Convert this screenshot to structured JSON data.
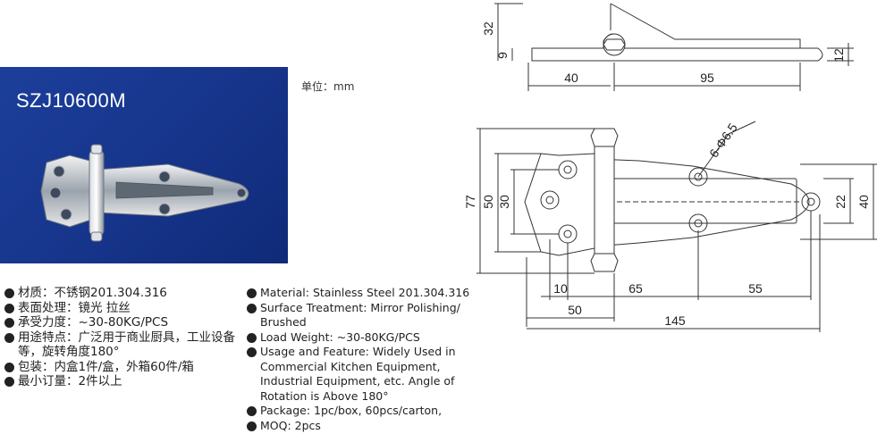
{
  "model": "SZJ10600M",
  "unit_label": "单位：mm",
  "specs_cn": [
    "材质：不锈钢201.304.316",
    "表面处理：镜光 拉丝",
    "承受力度：~30-80KG/PCS",
    "用途特点：广泛用于商业厨具，工业设备等，旋转角度180°",
    "包装：内盒1件/盒，外箱60件/箱",
    "最小订量：2件以上"
  ],
  "specs_en": [
    "Material: Stainless Steel 201.304.316",
    "Surface Treatment: Mirror Polishing/ Brushed",
    "Load Weight: ~30-80KG/PCS",
    "Usage and Feature: Widely Used in Commercial Kitchen Equipment, Industrial Equipment, etc. Angle of Rotation is Above 180°",
    "Package: 1pc/box, 60pcs/carton,",
    "MOQ: 2pcs"
  ],
  "dimensions": {
    "side": {
      "height": "32",
      "base": "9",
      "thick": "12",
      "left": "40",
      "right": "95"
    },
    "top": {
      "overall_h": "77",
      "plate_h": "50",
      "hole_span": "30",
      "hole": "6-Φ6.5",
      "right_h": "40",
      "slot": "22",
      "left_edge": "10",
      "mid": "65",
      "right": "55",
      "left_w": "50",
      "total": "145"
    }
  },
  "colors": {
    "panel": "#1c3f9b",
    "line": "#333333"
  }
}
